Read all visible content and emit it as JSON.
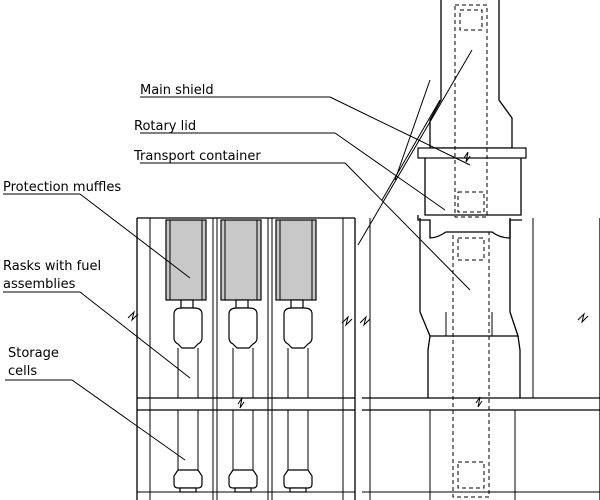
{
  "labels": {
    "main_shield": "Main shield",
    "rotary_lid": "Rotary lid",
    "transport_container": "Transport container",
    "protection_muffles": "Protection muffles",
    "rasks_line1": "Rasks with fuel",
    "rasks_line2": "assemblies",
    "storage_line1": "Storage",
    "storage_line2": "cells"
  },
  "colors": {
    "line": "#000000",
    "muffle_fill": "#c8c8c8",
    "background": "#ffffff"
  }
}
